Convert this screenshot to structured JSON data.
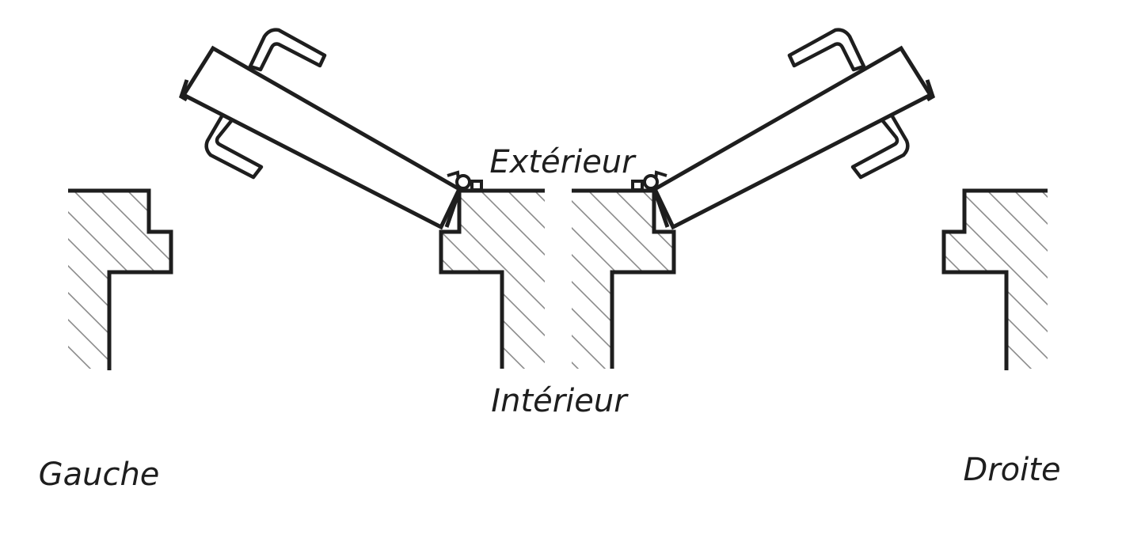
{
  "labels": {
    "outside": "Extérieur",
    "inside": "Intérieur",
    "left": "Gauche",
    "right": "Droite"
  },
  "colors": {
    "line": "#1e1e1e",
    "hatch": "#8a8a8a",
    "background": "#ffffff"
  }
}
